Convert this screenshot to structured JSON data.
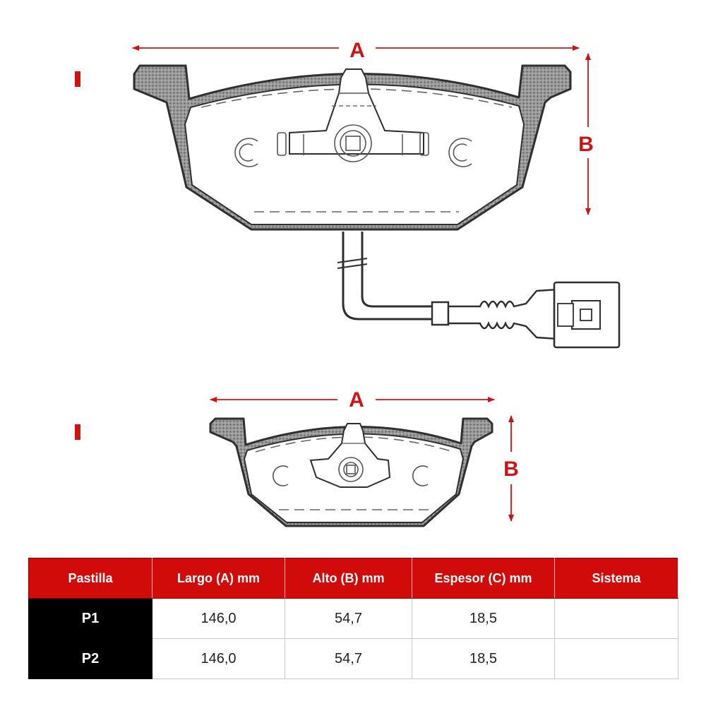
{
  "diagram": {
    "top_pad": {
      "width_label": "A",
      "height_label": "B"
    },
    "bottom_pad": {
      "width_label": "A",
      "height_label": "B"
    },
    "colors": {
      "accent": "#d01212",
      "line": "#2f2f2f",
      "hatch": "#777777"
    }
  },
  "table": {
    "headers": [
      "Pastilla",
      "Largo (A) mm",
      "Alto (B) mm",
      "Espesor (C) mm",
      "Sistema"
    ],
    "rows": [
      {
        "pad": "P1",
        "largo": "146,0",
        "alto": "54,7",
        "espesor": "18,5",
        "sistema": ""
      },
      {
        "pad": "P2",
        "largo": "146,0",
        "alto": "54,7",
        "espesor": "18,5",
        "sistema": ""
      }
    ],
    "colors": {
      "header_bg": "#d10a0a",
      "header_text": "#ffffff",
      "id_bg": "#000000"
    }
  }
}
